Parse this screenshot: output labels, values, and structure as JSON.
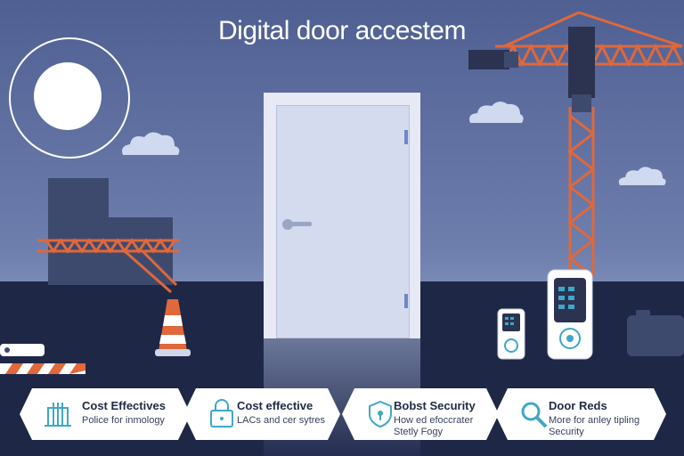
{
  "title": "Digital door accestem",
  "colors": {
    "sky_top": "#4f5f92",
    "floor": "#1f2747",
    "accent_orange": "#e0683a",
    "accent_teal": "#3fa7c9",
    "card_bg": "#ffffff"
  },
  "cards": [
    {
      "title": "Cost Effectives",
      "lines": [
        "Police for inmology"
      ],
      "icon": "building-icon"
    },
    {
      "title": "Cost effective",
      "lines": [
        "LACs and cer sytres"
      ],
      "icon": "padlock-icon"
    },
    {
      "title": "Bobst Security",
      "lines": [
        "How ed efoccrater",
        "Stetly Fogy"
      ],
      "icon": "shield-icon"
    },
    {
      "title": "Door Reds",
      "lines": [
        "More for anley tipling",
        "Security"
      ],
      "icon": "magnifier-icon"
    }
  ]
}
